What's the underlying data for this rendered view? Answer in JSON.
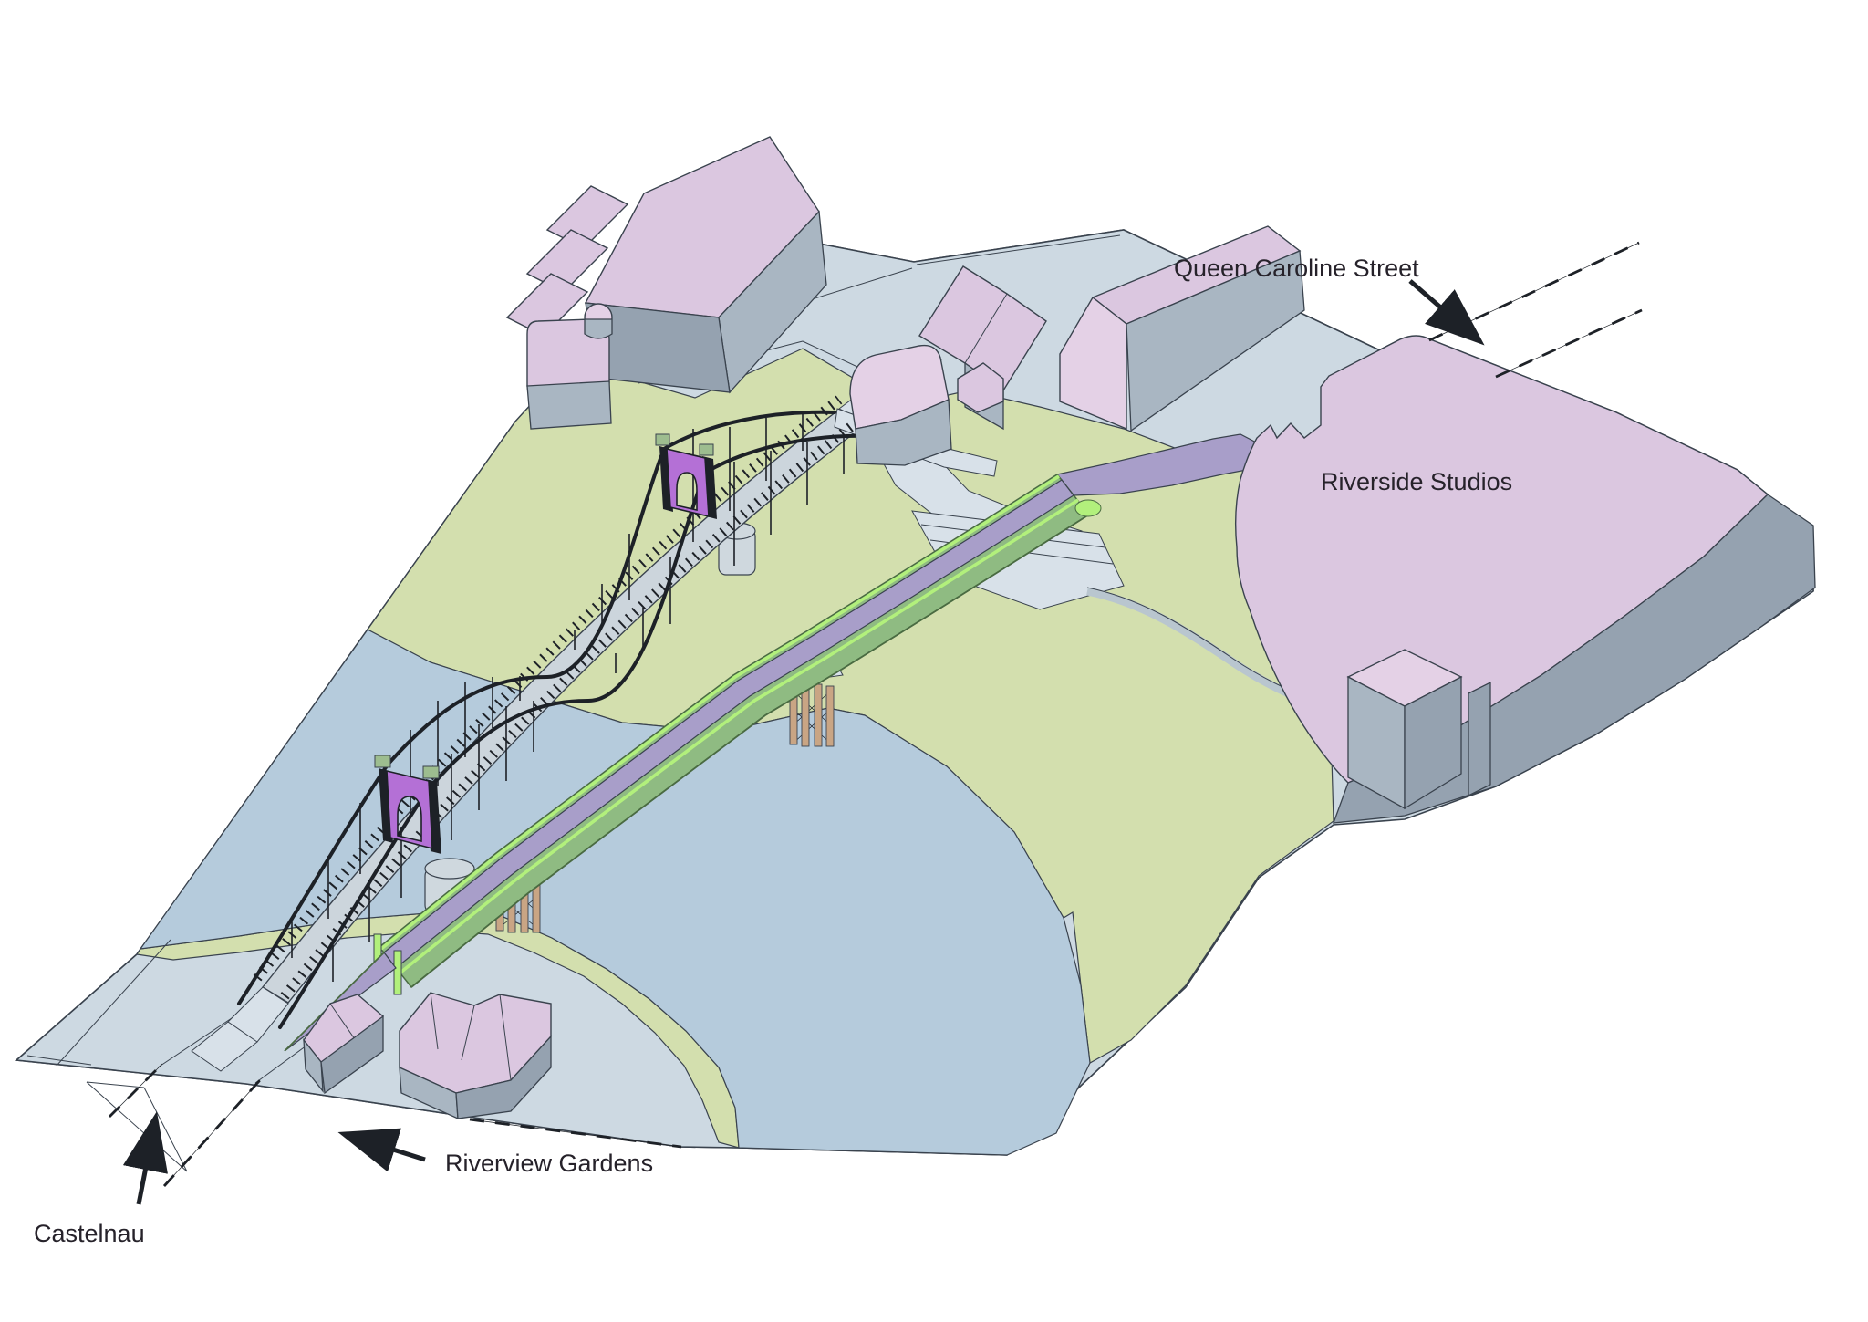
{
  "labels": [
    {
      "id": "queen-caroline-street",
      "text": "Queen Caroline Street"
    },
    {
      "id": "riverside-studios",
      "text": "Riverside Studios"
    },
    {
      "id": "riverview-gardens",
      "text": "Riverview Gardens"
    },
    {
      "id": "castelnau",
      "text": "Castelnau"
    }
  ],
  "colors": {
    "background": "#ffffff",
    "road": "#cdd9e2",
    "walk": "#d8e1e9",
    "water": "#b5cbdc",
    "green": "#d3dfae",
    "outline": "#3a434e",
    "line_dark": "#1d2127",
    "roof_pink": "#dbc7e0",
    "roof_pink_light": "#e4d1e6",
    "wall_gray": "#a9b6c2",
    "wall_gray_dark": "#95a2b0",
    "portal_purple": "#b470d6",
    "girder_green": "#8fbb82",
    "girder_green_dark": "#4a6b42",
    "parapet_green": "#b2f07c",
    "deck_lavender": "#a89ec9",
    "bridge_deck": "#ccd5dc",
    "pier_tan": "#c9a584",
    "cap_green": "#9dbd8f",
    "cylinder": "#cfd8de",
    "wallband": "#b9c6cf",
    "text": "#26222a"
  }
}
